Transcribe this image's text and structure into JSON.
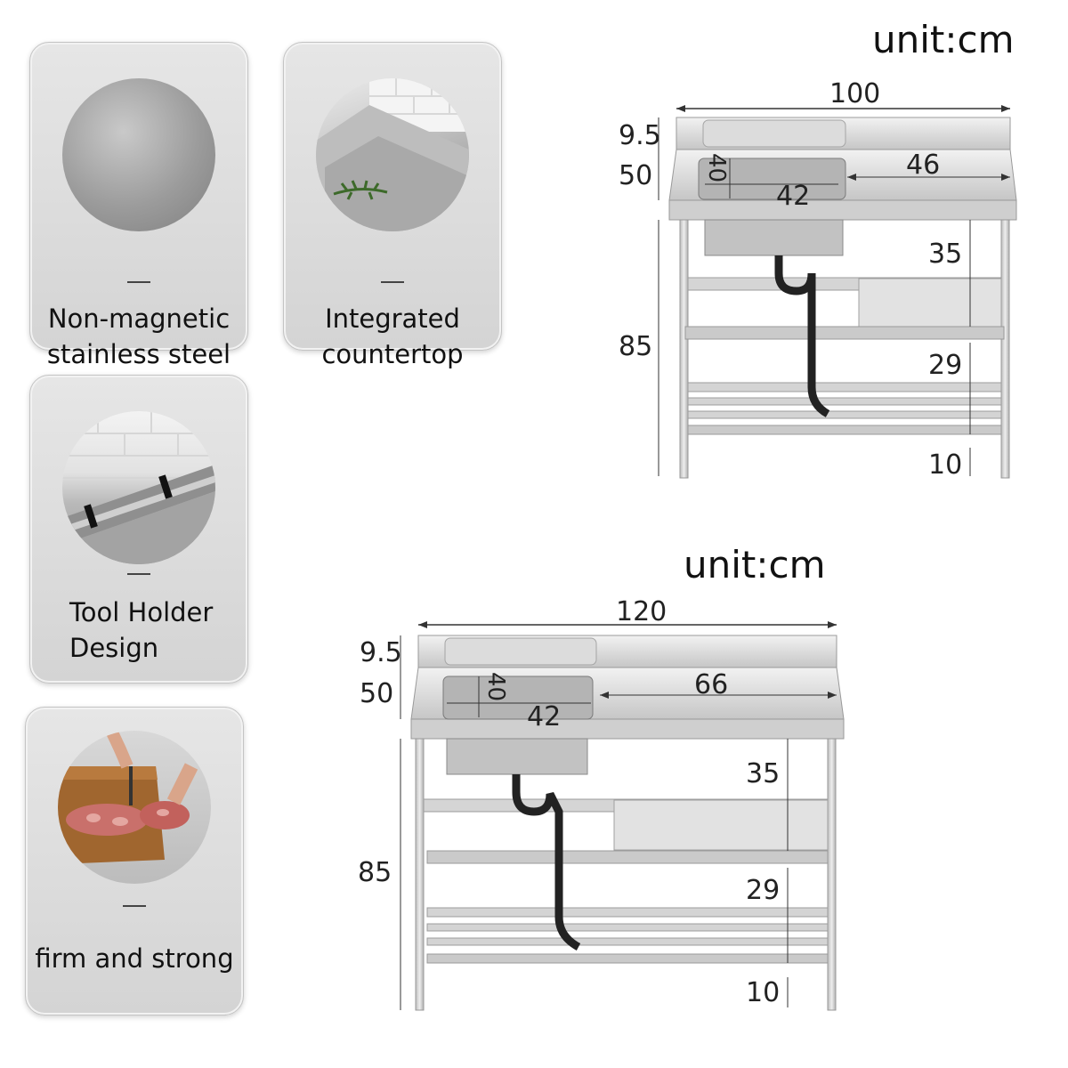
{
  "features": [
    {
      "label_line1": "Non-magnetic",
      "label_line2": "stainless steel",
      "icon": "steel-disc-icon"
    },
    {
      "label_line1": "Integrated",
      "label_line2": "countertop",
      "icon": "countertop-photo"
    },
    {
      "label_line1": "Tool Holder",
      "label_line2": "Design",
      "icon": "tool-holder-photo"
    },
    {
      "label_line1": "firm and strong",
      "label_line2": "",
      "icon": "cutting-board-photo"
    }
  ],
  "diagram_top": {
    "unit": "unit:cm",
    "width": "100",
    "backsplash": "9.5",
    "depth": "50",
    "sink_depth": "40",
    "sink_width": "42",
    "counter_right": "46",
    "height": "85",
    "shelf_gap": "35",
    "lower_gap": "29",
    "foot": "10"
  },
  "diagram_bottom": {
    "unit": "unit:cm",
    "width": "120",
    "backsplash": "9.5",
    "depth": "50",
    "sink_depth": "40",
    "sink_width": "42",
    "counter_right": "66",
    "height": "85",
    "shelf_gap": "35",
    "lower_gap": "29",
    "foot": "10"
  }
}
